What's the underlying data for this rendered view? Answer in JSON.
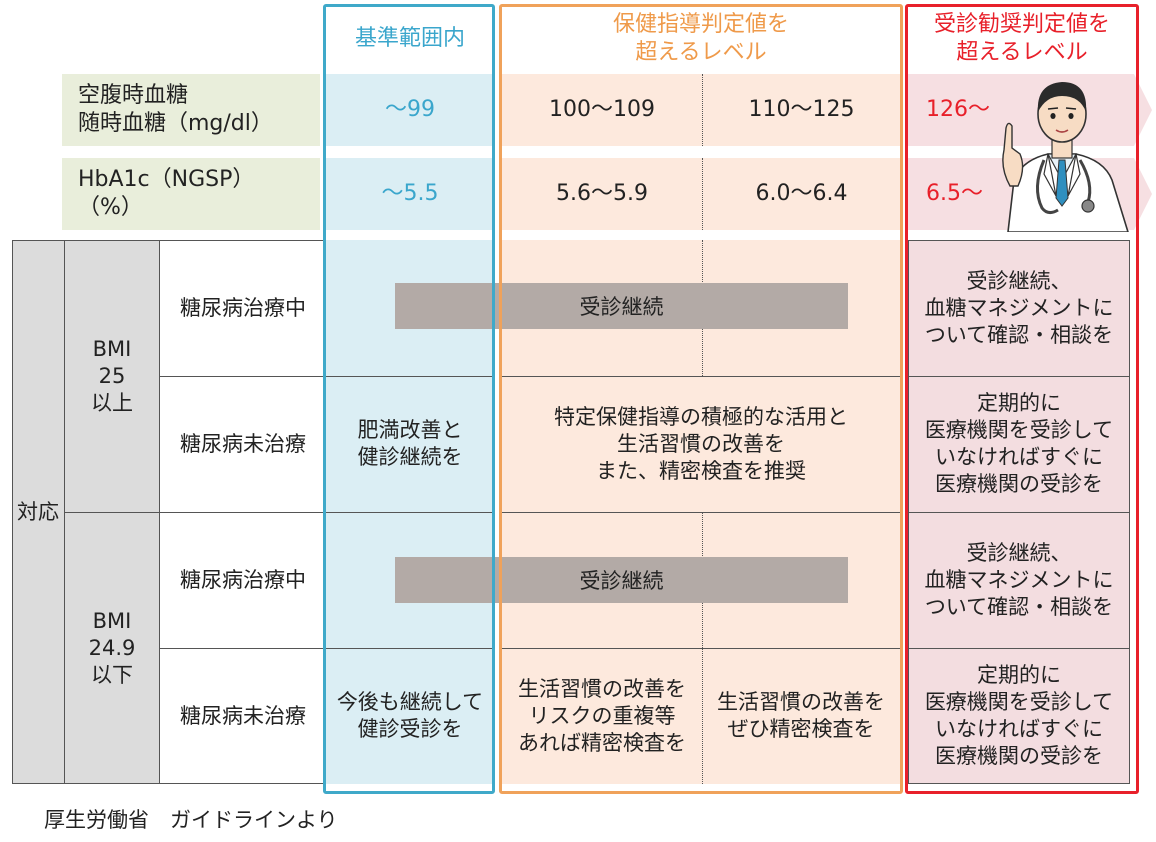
{
  "headers": {
    "normal": "基準範囲内",
    "guidance": "保健指導判定値を\n超えるレベル",
    "referral": "受診勧奨判定値を\n超えるレベル"
  },
  "criteria": [
    {
      "label": "空腹時血糖\n随時血糖（mg/dl）",
      "normal": "～99",
      "guidance_low": "100～109",
      "guidance_high": "110～125",
      "referral": "126～"
    },
    {
      "label": "HbA1c（NGSP）\n（%）",
      "normal": "～5.5",
      "guidance_low": "5.6～5.9",
      "guidance_high": "6.0～6.4",
      "referral": "6.5～"
    }
  ],
  "response": {
    "label": "対応",
    "groups": [
      {
        "bmi": "BMI\n25\n以上",
        "rows": [
          {
            "status": "糖尿病治療中",
            "bar": "受診継続",
            "referral": "受診継続、\n血糖マネジメントに\nついて確認・相談を"
          },
          {
            "status": "糖尿病未治療",
            "normal": "肥満改善と\n健診継続を",
            "guidance": "特定保健指導の積極的な活用と\n生活習慣の改善を\nまた、精密検査を推奨",
            "referral": "定期的に\n医療機関を受診して\nいなければすぐに\n医療機関の受診を"
          }
        ]
      },
      {
        "bmi": "BMI\n24.9\n以下",
        "rows": [
          {
            "status": "糖尿病治療中",
            "bar": "受診継続",
            "referral": "受診継続、\n血糖マネジメントに\nついて確認・相談を"
          },
          {
            "status": "糖尿病未治療",
            "normal": "今後も継続して\n健診受診を",
            "guidance_low": "生活習慣の改善を\nリスクの重複等\nあれば精密検査を",
            "guidance_high": "生活習慣の改善を\nぜひ精密検査を",
            "referral": "定期的に\n医療機関を受診して\nいなければすぐに\n医療機関の受診を"
          }
        ]
      }
    ]
  },
  "source": "厚生労働省　ガイドラインより",
  "illustration": "doctor-illustration",
  "colors": {
    "normal_border": "#3fa9c9",
    "guidance_border": "#f0a25a",
    "referral_border": "#e8202a",
    "normal_header_text": "#3aa6cc",
    "guidance_header_text": "#ef9a4a",
    "referral_header_text": "#e8202a",
    "referral_value_text": "#e8202a"
  }
}
